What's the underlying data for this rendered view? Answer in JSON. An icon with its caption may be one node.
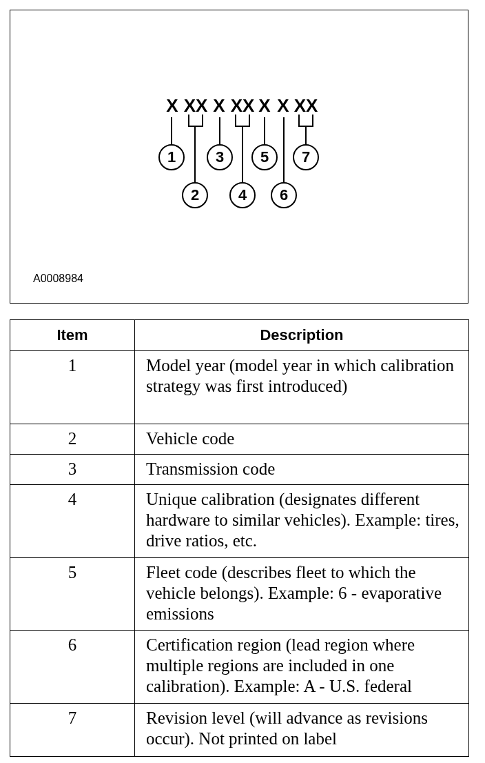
{
  "diagram": {
    "nodes": [
      {
        "text": [
          "X"
        ]
      },
      {
        "text": [
          "XX"
        ]
      },
      {
        "text": [
          "X"
        ]
      },
      {
        "text": [
          "XX"
        ]
      },
      {
        "text": [
          "X"
        ]
      },
      {
        "text": [
          "X"
        ]
      },
      {
        "text": [
          "XX"
        ]
      },
      {
        "text": [
          "1"
        ]
      },
      {
        "text": [
          "2"
        ]
      },
      {
        "text": [
          "3"
        ]
      },
      {
        "text": [
          "4"
        ]
      },
      {
        "text": [
          "5"
        ]
      },
      {
        "text": [
          "6"
        ]
      },
      {
        "text": [
          "7"
        ]
      }
    ],
    "edges": [
      {
        "from": 7,
        "to": 0,
        "arrow": "none"
      },
      {
        "from": 8,
        "to": 1,
        "arrow": "none"
      },
      {
        "from": 9,
        "to": 2,
        "arrow": "none"
      },
      {
        "from": 10,
        "to": 3,
        "arrow": "none"
      },
      {
        "from": 11,
        "to": 4,
        "arrow": "none"
      },
      {
        "from": 12,
        "to": 5,
        "arrow": "none"
      },
      {
        "from": 13,
        "to": 6,
        "arrow": "none"
      }
    ],
    "labels": [
      "A0008984",
      "Item",
      "Description",
      "1",
      "Model year (model year in which calibration strategy was first introduced)",
      "2",
      "Vehicle code",
      "3",
      "Transmission code",
      "4",
      "Unique calibration (designates different hardware to similar vehicles). Example: tires, drive ratios, etc.",
      "5",
      "Fleet code (describes fleet to which the vehicle belongs). Example: 6 - evaporative emissions",
      "6",
      "Certification region (lead region where multiple regions are included in one calibration). Example: A - U.S. federal",
      "7",
      "Revision level (will advance as revisions occur). Not printed on label"
    ]
  }
}
